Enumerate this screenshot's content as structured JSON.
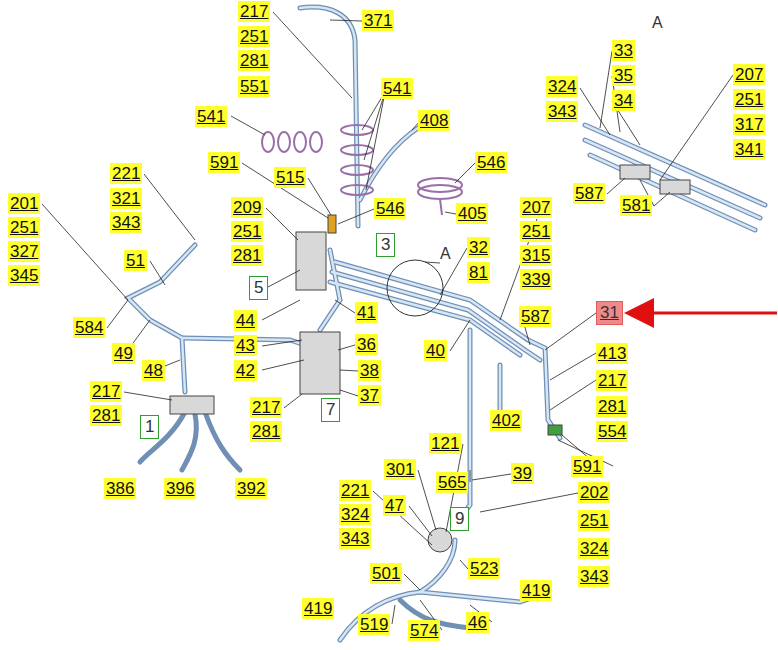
{
  "diagram": {
    "nodes": [
      {
        "text": [
          "3"
        ]
      },
      {
        "text": [
          "5"
        ]
      },
      {
        "text": [
          "31"
        ]
      },
      {
        "text": [
          "7"
        ]
      },
      {
        "text": [
          "1"
        ]
      },
      {
        "text": [
          "9"
        ]
      }
    ],
    "labels": [
      "217",
      "371",
      "A",
      "251",
      "33",
      "281",
      "35",
      "207",
      "324",
      "551",
      "541",
      "34",
      "251",
      "343",
      "541",
      "408",
      "317",
      "341",
      "591",
      "546",
      "221",
      "515",
      "587",
      "321",
      "201",
      "581",
      "209",
      "546",
      "207",
      "405",
      "343",
      "251",
      "251",
      "251",
      "32",
      "327",
      "281",
      "315",
      "A",
      "345",
      "51",
      "81",
      "339",
      "41",
      "587",
      "44",
      "584",
      "36",
      "43",
      "40",
      "413",
      "49",
      "48",
      "42",
      "38",
      "217",
      "217",
      "37",
      "281",
      "217",
      "281",
      "402",
      "554",
      "281",
      "121",
      "591",
      "301",
      "39",
      "565",
      "386",
      "396",
      "392",
      "221",
      "202",
      "47",
      "324",
      "251",
      "343",
      "324",
      "523",
      "501",
      "343",
      "419",
      "419",
      "46",
      "519",
      "574"
    ]
  }
}
